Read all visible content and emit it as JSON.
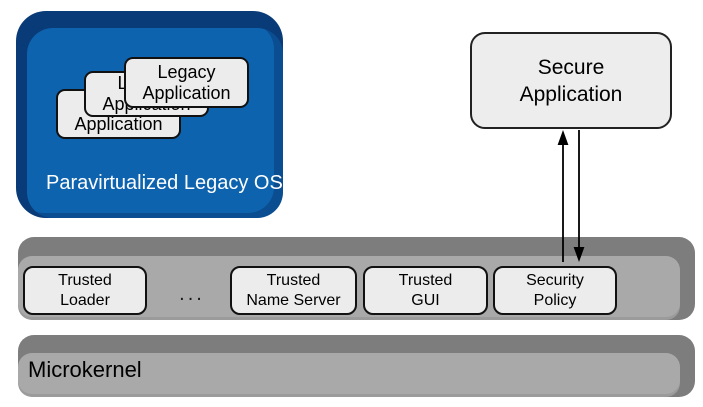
{
  "colors": {
    "blue_face": "#0e63ae",
    "blue_edge": "#0a3b79",
    "bar_face": "#a9a9a9",
    "bar_edge": "#7d7d7d",
    "box_fill": "#ececec",
    "box_border": "#111111",
    "secure_fill": "#ededed",
    "arrow": "#000000"
  },
  "legacy_os": {
    "label": "Paravirtualized Legacy OS",
    "cards": [
      {
        "line1": "Legacy",
        "line2": "Application"
      },
      {
        "line1": "Legacy",
        "line2": "Application"
      },
      {
        "line1": "Legacy",
        "line2": "Application"
      }
    ]
  },
  "secure_app": {
    "line1": "Secure",
    "line2": "Application"
  },
  "trusted_bar": {
    "ellipsis": "...",
    "items": [
      {
        "line1": "Trusted",
        "line2": "Loader"
      },
      {
        "line1": "Trusted",
        "line2": "Name Server"
      },
      {
        "line1": "Trusted",
        "line2": "GUI"
      },
      {
        "line1": "Security",
        "line2": "Policy"
      }
    ]
  },
  "microkernel": {
    "label": "Microkernel"
  }
}
